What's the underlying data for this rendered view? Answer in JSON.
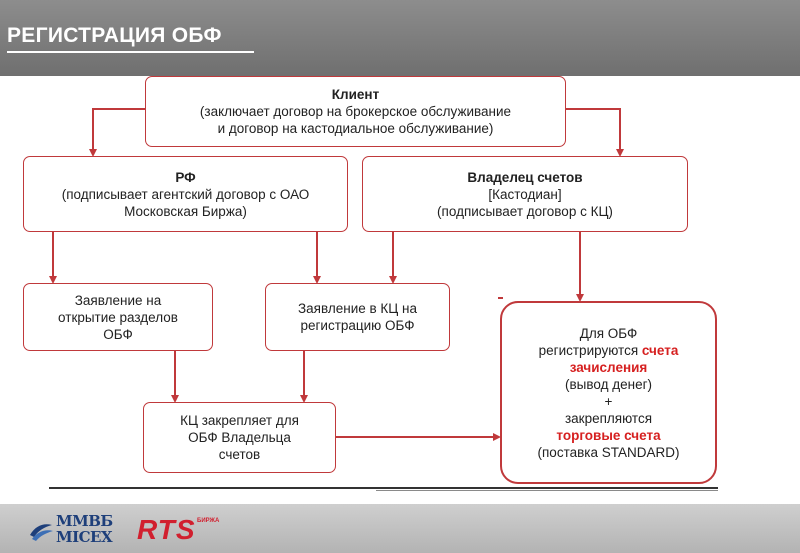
{
  "header": {
    "title": "РЕГИСТРАЦИЯ ОБФ"
  },
  "boxes": {
    "client": {
      "title": "Клиент",
      "line1": "(заключает договор на брокерское обслуживание",
      "line2": "и договор на кастодиальное обслуживание)"
    },
    "rf": {
      "title": "РФ",
      "line1": "(подписывает агентский договор с ОАО",
      "line2": "Московская Биржа)"
    },
    "owner": {
      "title": "Владелец счетов",
      "line1": "[Кастодиан]",
      "line2": "(подписывает договор с КЦ)"
    },
    "req_sections": {
      "line1": "Заявление на",
      "line2": "открытие разделов",
      "line3": "ОБФ"
    },
    "req_kc": {
      "line1": "Заявление в КЦ на",
      "line2": "регистрацию ОБФ"
    },
    "kc_assign": {
      "line1": "КЦ закрепляет для",
      "line2": "ОБФ Владельца",
      "line3": "счетов"
    },
    "obf_accounts": {
      "line1": "Для ОБФ",
      "line2_plain": "регистрируются ",
      "line2_hl": "счета",
      "line3_hl": "зачисления",
      "line4": "(вывод денег)",
      "line5": "+",
      "line6": "закрепляются",
      "line7_hl": "торговые счета",
      "line8": "(поставка STANDARD)"
    }
  },
  "footer": {
    "logo_mmvb_line1": "ММВБ",
    "logo_mmvb_line2": "MICEX",
    "logo_rts": "RTS",
    "logo_rts_sub": "БИРЖА"
  },
  "colors": {
    "border_red": "#c0393b",
    "highlight_red": "#d62020",
    "header_gray": "#7a7a7a"
  }
}
